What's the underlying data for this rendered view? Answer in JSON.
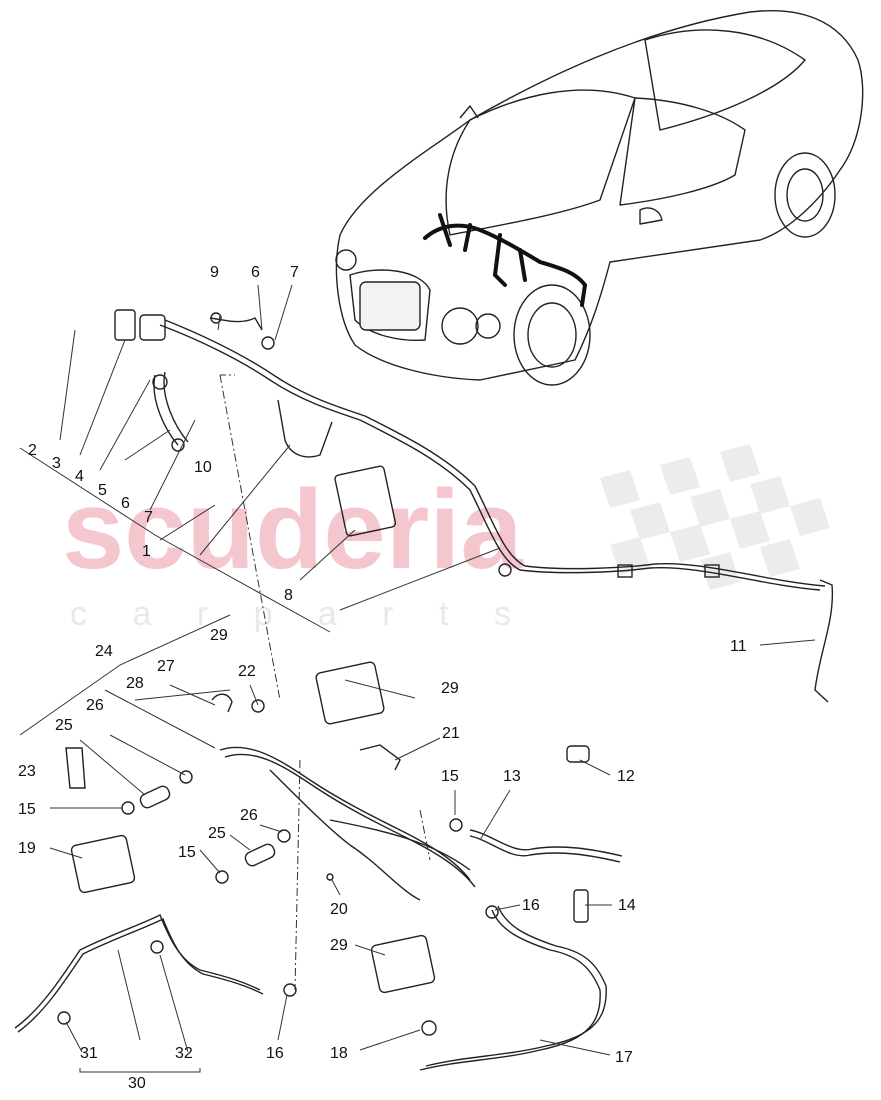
{
  "watermark": {
    "brand": "scuderia",
    "sub": "c a r p a r t s",
    "brand_color": "#f4c7cf",
    "sub_color": "#e6e6e6"
  },
  "callouts": {
    "c1": "1",
    "c2": "2",
    "c3": "3",
    "c4": "4",
    "c5": "5",
    "c6a": "6",
    "c7a": "7",
    "c6b": "6",
    "c7b": "7",
    "c8": "8",
    "c9": "9",
    "c10": "10",
    "c11": "11",
    "c12": "12",
    "c13": "13",
    "c14": "14",
    "c15a": "15",
    "c15b": "15",
    "c15c": "15",
    "c16a": "16",
    "c16b": "16",
    "c17": "17",
    "c18": "18",
    "c19": "19",
    "c20": "20",
    "c21": "21",
    "c22": "22",
    "c23": "23",
    "c24": "24",
    "c25a": "25",
    "c25b": "25",
    "c26a": "26",
    "c26b": "26",
    "c27": "27",
    "c28": "28",
    "c29a": "29",
    "c29b": "29",
    "c29c": "29",
    "c30": "30",
    "c31": "31",
    "c32": "32"
  }
}
